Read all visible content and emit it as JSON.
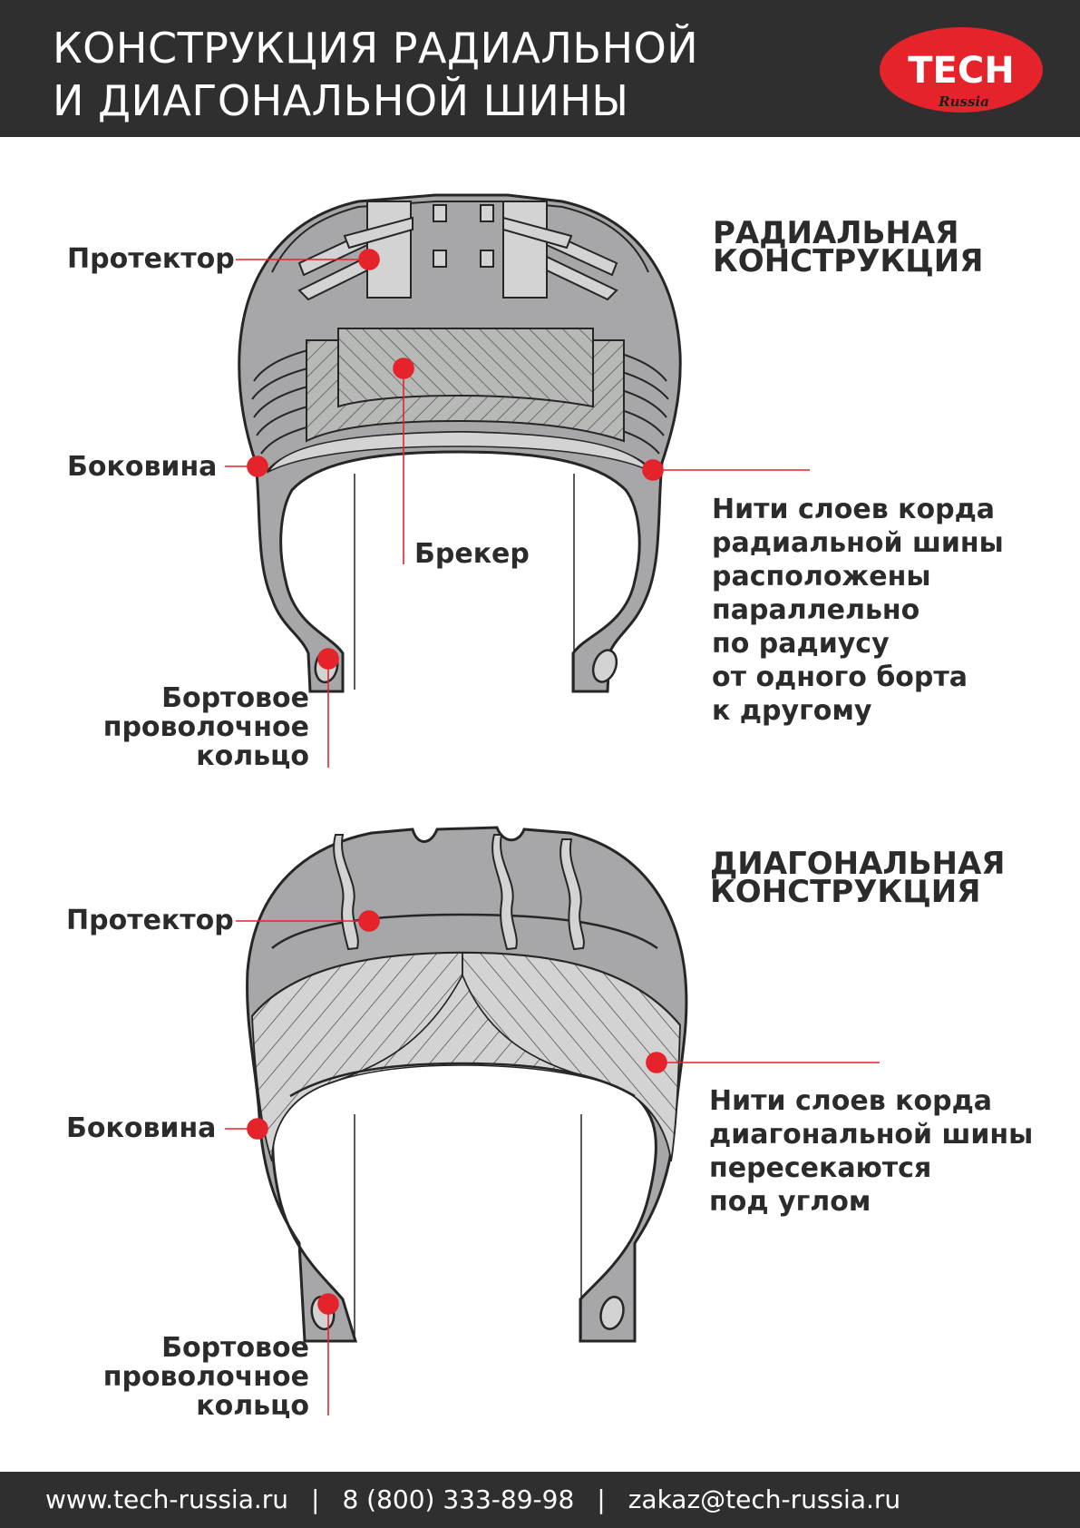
{
  "header": {
    "title_line1": "КОНСТРУКЦИЯ РАДИАЛЬНОЙ",
    "title_line2": "И ДИАГОНАЛЬНОЙ ШИНЫ",
    "logo_text": "TECH",
    "logo_subtext": "Russia"
  },
  "radial": {
    "title_line1": "РАДИАЛЬНАЯ",
    "title_line2": "КОНСТРУКЦИЯ",
    "label_tread": "Протектор",
    "label_sidewall": "Боковина",
    "label_breaker": "Брекер",
    "label_bead_line1": "Бортовое",
    "label_bead_line2": "проволочное",
    "label_bead_line3": "кольцо",
    "description": [
      "Нити слоев корда",
      "радиальной шины",
      "расположены",
      "параллельно",
      "по радиусу",
      "от одного борта",
      "к другому"
    ]
  },
  "diagonal": {
    "title_line1": "ДИАГОНАЛЬНАЯ",
    "title_line2": "КОНСТРУКЦИЯ",
    "label_tread": "Протектор",
    "label_sidewall": "Боковина",
    "label_bead_line1": "Бортовое",
    "label_bead_line2": "проволочное",
    "label_bead_line3": "кольцо",
    "description": [
      "Нити слоев корда",
      "диагональной шины",
      "пересекаются",
      "под углом"
    ]
  },
  "footer": {
    "website": "www.tech-russia.ru",
    "separator": "|",
    "phone": "8 (800) 333-89-98",
    "email": "zakaz@tech-russia.ru"
  },
  "colors": {
    "header_bg": "#2f2f2f",
    "tire_fill": "#a7a7aa",
    "ply_fill": "#d3d3d3",
    "breaker_fill": "#b7b9b7",
    "outline": "#262626",
    "marker_red": "#e5232b",
    "logo_red": "#e5232b"
  },
  "icons": [
    "tech-russia-logo",
    "radial-tire-cross-section",
    "diagonal-tire-cross-section",
    "callout-marker"
  ]
}
